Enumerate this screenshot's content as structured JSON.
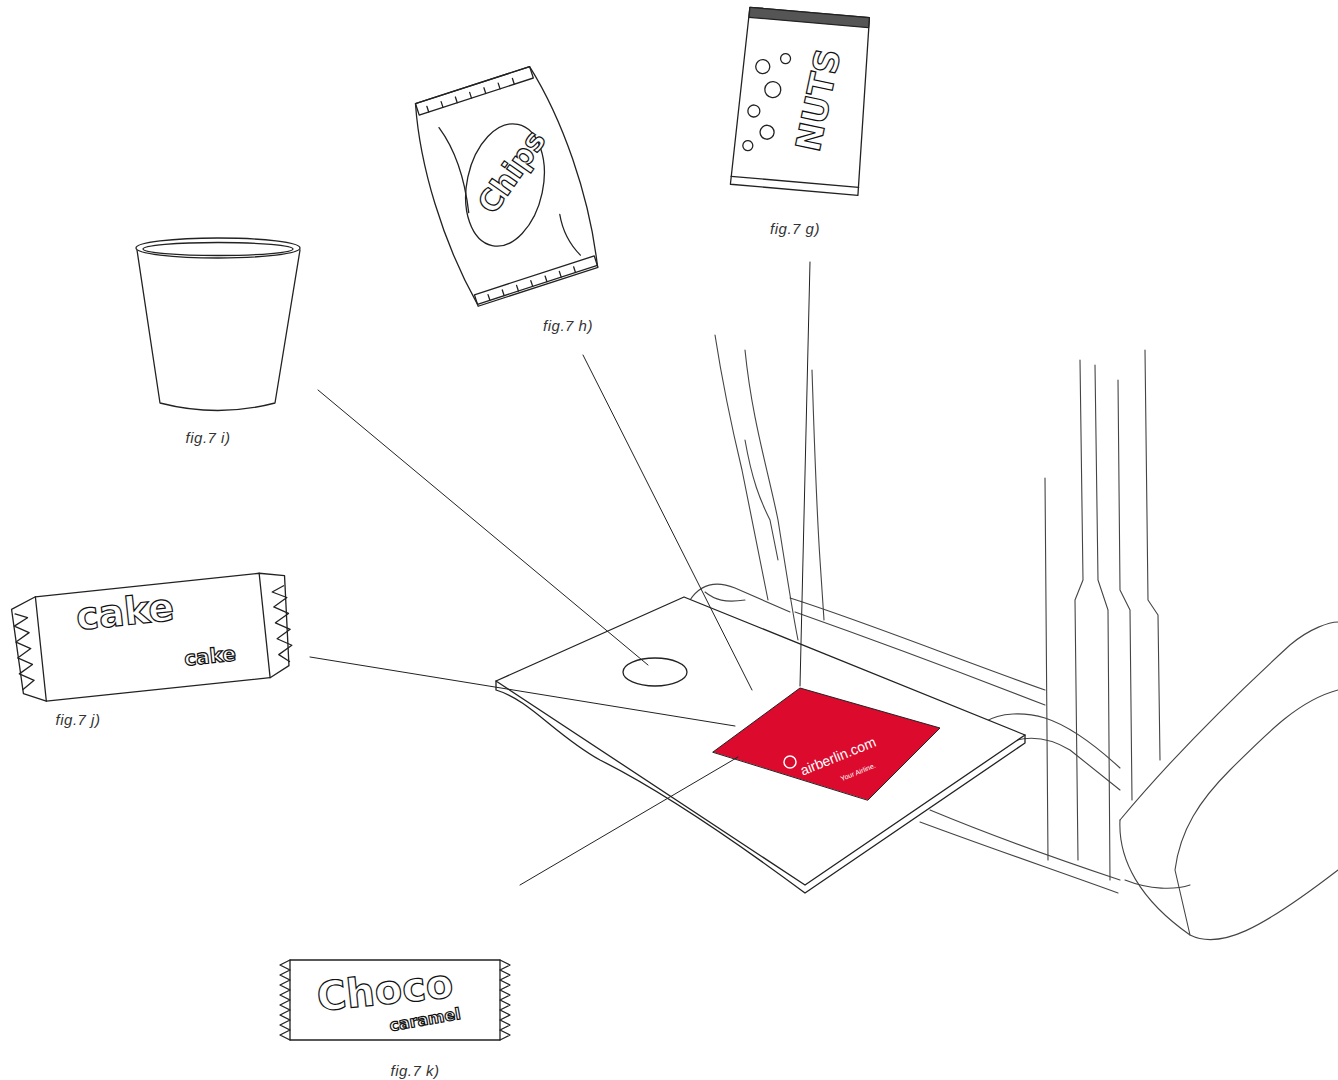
{
  "diagram": {
    "labels": [
      "fig.7 g)",
      "fig.7 h)",
      "fig.7 i)",
      "fig.7 j)",
      "fig.7 k)",
      "Chips",
      "NUTS",
      "cake",
      "cake",
      "Choco",
      "caramel",
      "airberlin.com",
      "Your Airline."
    ]
  }
}
